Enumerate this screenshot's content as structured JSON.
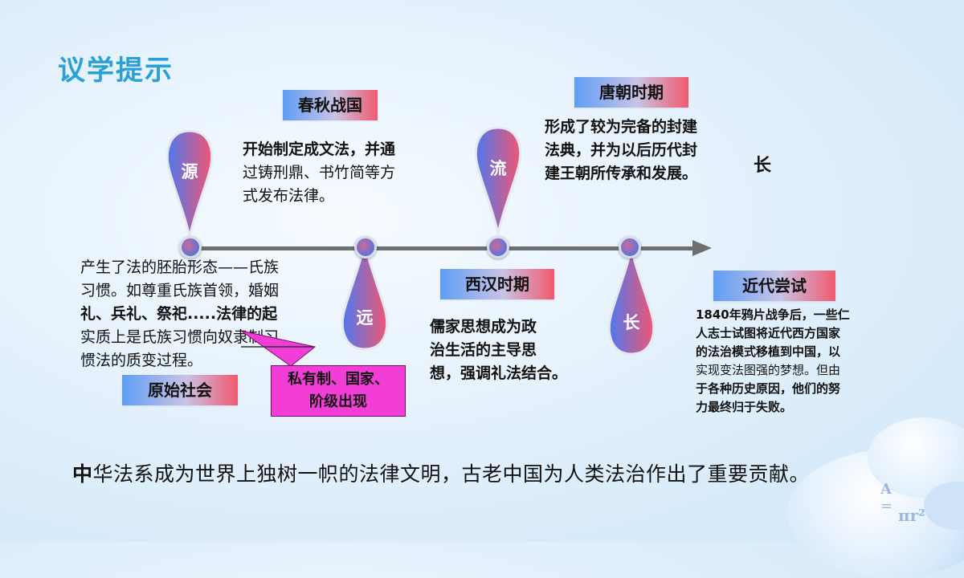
{
  "title": "议学提示",
  "labels": {
    "spring_autumn": "春秋战国",
    "tang": "唐朝时期",
    "western_han": "西汉时期",
    "modern": "近代尝试",
    "primitive": "原始社会"
  },
  "drops": {
    "yuan_source": "源",
    "liu": "流",
    "yuan_far": "远",
    "chang": "长"
  },
  "floating_char": "长",
  "texts": {
    "spring_autumn": [
      "开始制定成文法，并通",
      "过铸刑鼎、书竹简等方",
      "式发布法律。"
    ],
    "tang": [
      "形成了较为完备的封建",
      "法典，并为以后历代封",
      "建王朝所传承和发展。"
    ],
    "western_han": [
      "儒家思想成为政",
      "治生活的主导思",
      "想，强调礼法结合。"
    ],
    "primitive": [
      "产生了法的胚胎形态——氏族",
      "习惯。如尊重氏族首领，婚姻",
      "礼、兵礼、祭祀.....法律的起",
      "实质上是氏族习惯向奴隶制习",
      "惯法的质变过程。"
    ],
    "modern": [
      "1840年鸦片战争后，一些仁",
      "人志士试图将近代西方国家",
      "的法治模式移植到中国，以",
      "实现变法图强的梦想。但由",
      "于各种历史原因，他们的努",
      "力最终归于失败。"
    ]
  },
  "callout": [
    "私有制、国家、",
    "阶级出现"
  ],
  "bottom_first": "中",
  "bottom_rest": "华法系成为世界上独树一帜的法律文明，古老中国为人类法治作出了重要贡献。",
  "formula_a": "A",
  "formula_eq": "=",
  "formula_pi": "πr²",
  "colors": {
    "title": "#2aa0d6",
    "label_left": "#5f9ef5",
    "label_right": "#f05a6e",
    "callout": "#f23ed6",
    "axis": "#6f6f6f"
  }
}
